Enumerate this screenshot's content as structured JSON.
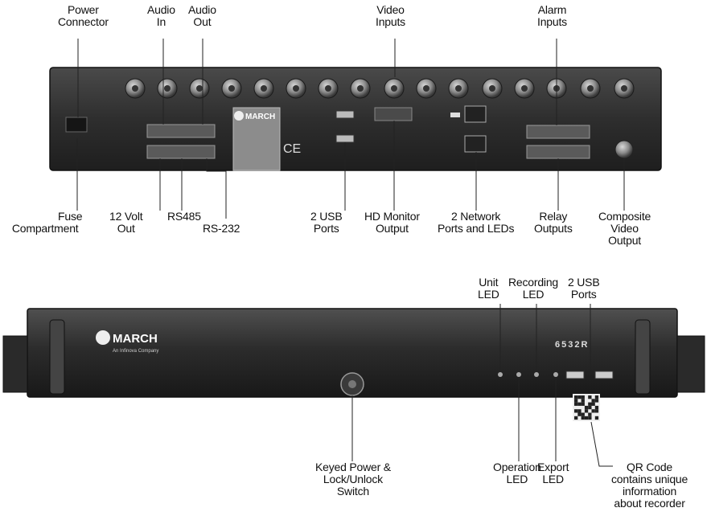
{
  "rear_panel": {
    "labels": {
      "power_connector": [
        "Power",
        "Connector"
      ],
      "audio_in": [
        "Audio",
        "In"
      ],
      "audio_out": [
        "Audio",
        "Out"
      ],
      "video_inputs": [
        "Video",
        "Inputs"
      ],
      "alarm_inputs": [
        "Alarm",
        "Inputs"
      ],
      "fuse_compartment": [
        "Fuse",
        "Compartment"
      ],
      "twelve_volt_out": [
        "12 Volt",
        "Out"
      ],
      "rs485": "RS485",
      "rs232": "RS-232",
      "usb_ports": [
        "2 USB",
        "Ports"
      ],
      "hd_monitor_output": [
        "HD Monitor",
        "Output"
      ],
      "network_ports": [
        "2 Network",
        "Ports and LEDs"
      ],
      "relay_outputs": [
        "Relay",
        "Outputs"
      ],
      "composite_video_output": [
        "Composite",
        "Video",
        "Output"
      ]
    },
    "brand": "MARCH",
    "marks": [
      "CE"
    ]
  },
  "front_panel": {
    "labels": {
      "unit_led": [
        "Unit",
        "LED"
      ],
      "recording_led": [
        "Recording",
        "LED"
      ],
      "usb_ports": [
        "2 USB",
        "Ports"
      ],
      "keyed_power": [
        "Keyed Power &",
        "Lock/Unlock",
        "Switch"
      ],
      "operation_led": [
        "Operation",
        "LED"
      ],
      "export_led": [
        "Export",
        "LED"
      ],
      "qr_code": [
        "QR Code",
        "contains unique",
        "information",
        "about recorder"
      ]
    },
    "brand": "MARCH",
    "brand_tagline": "An Infinova Company",
    "model": "6532R"
  },
  "colors": {
    "chassis": "#2a2a2a",
    "panel_face": "#3a3a3a",
    "bnc": "#8a8a8a",
    "leader_line": "#222222"
  }
}
